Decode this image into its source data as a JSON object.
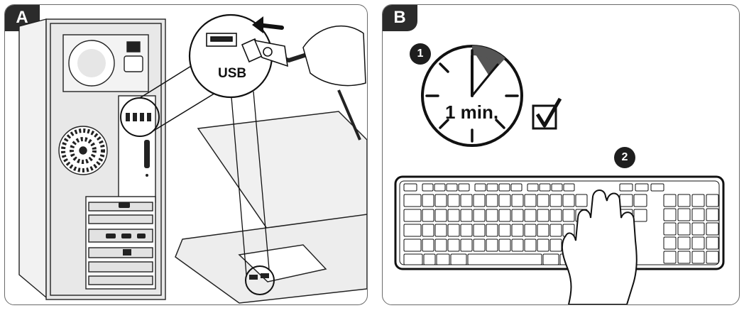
{
  "panel_a": {
    "tag": "A",
    "connector_label": "USB"
  },
  "panel_b": {
    "tag": "B",
    "steps": [
      {
        "number": "1"
      },
      {
        "number": "2"
      }
    ],
    "timer_label": "1 min.",
    "checkmark_icon": "checkbox-checked-icon"
  },
  "colors": {
    "ink": "#1a1a1a",
    "tag_bg": "#2b2b2b",
    "panel_fill": "#e9e9e9",
    "accent_dark": "#555555"
  }
}
